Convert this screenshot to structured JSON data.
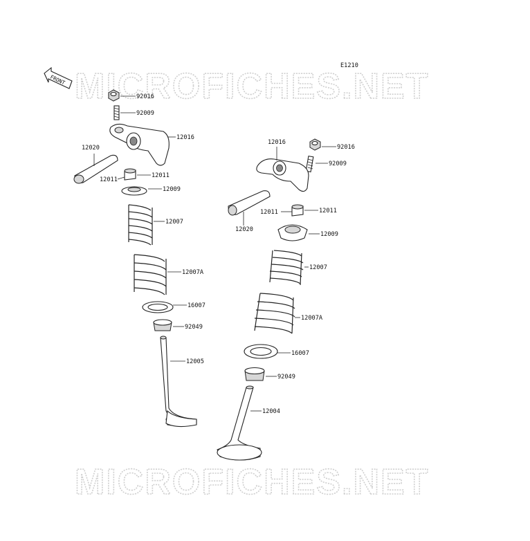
{
  "code": "E1210",
  "front_label": "FRONT",
  "watermark": "MICROFICHES.NET",
  "parts": {
    "p92016a": "92016",
    "p92009a": "92009",
    "p12016a": "12016",
    "p12020a": "12020",
    "p12011a": "12011",
    "p12011a2": "12011",
    "p12009a": "12009",
    "p12007a": "12007",
    "p12007Aa": "12007A",
    "p16007a": "16007",
    "p92049a": "92049",
    "p12005": "12005",
    "p12016b": "12016",
    "p92016b": "92016",
    "p92009b": "92009",
    "p12011b": "12011",
    "p12011b2": "12011",
    "p12020b": "12020",
    "p12009b": "12009",
    "p12007b": "12007",
    "p12007Ab": "12007A",
    "p16007b": "16007",
    "p92049b": "92049",
    "p12004": "12004"
  }
}
